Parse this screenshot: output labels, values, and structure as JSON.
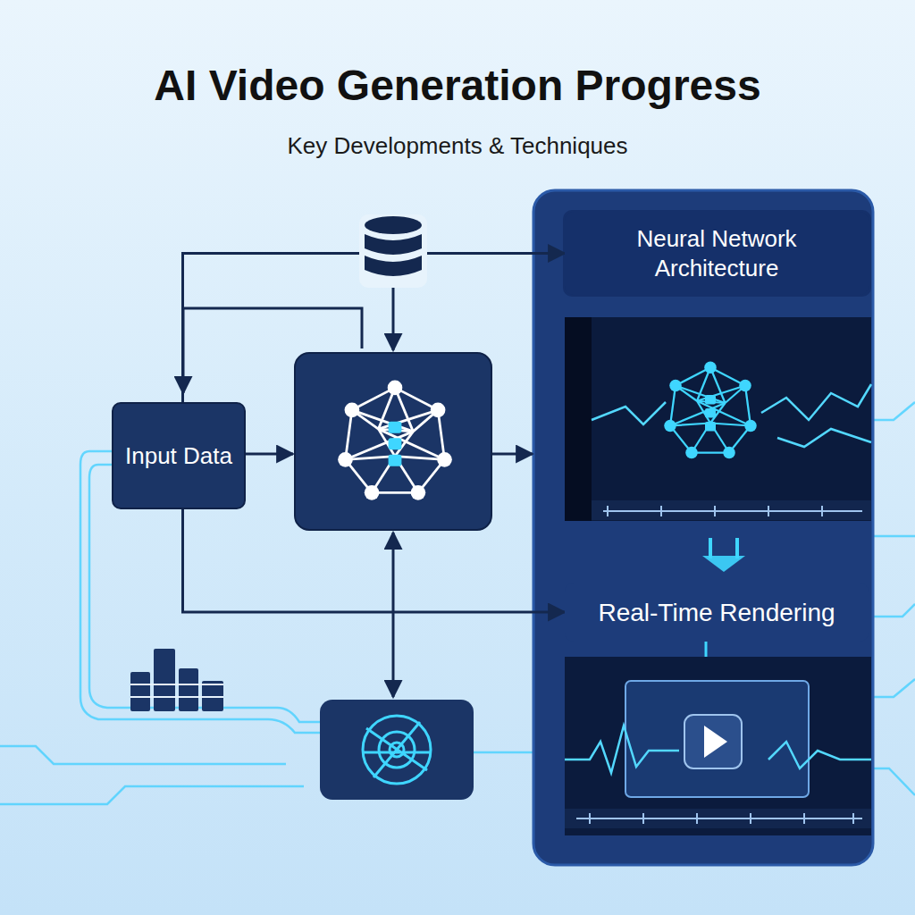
{
  "diagram": {
    "title": "AI Video Generation Progress",
    "nodes": [
      {
        "text": [
          "Input Data"
        ]
      },
      {
        "text": [
          "Neural Network Architecture"
        ]
      },
      {
        "text": [
          "Real-Time Rendering"
        ]
      }
    ],
    "edges": [
      {
        "from": 0,
        "to": 1,
        "arrow": "to"
      },
      {
        "from": 0,
        "to": 2,
        "arrow": "to"
      }
    ],
    "labels": [
      "Key Developments & Techniques"
    ]
  }
}
